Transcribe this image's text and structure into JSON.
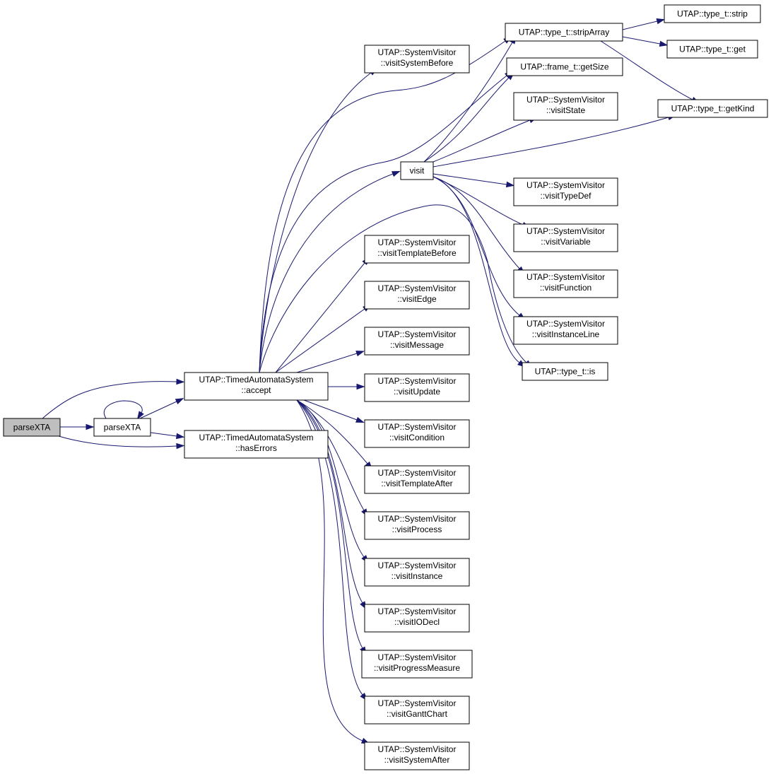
{
  "colors": {
    "edge": "#191970",
    "root_fill": "#bfbfbf",
    "node_fill": "#ffffff",
    "border": "#000000"
  },
  "nodes": {
    "parseXTA_root": [
      "parseXTA"
    ],
    "parseXTA_inner": [
      "parseXTA"
    ],
    "accept": [
      "UTAP::TimedAutomataSystem",
      "::accept"
    ],
    "hasErrors": [
      "UTAP::TimedAutomataSystem",
      "::hasErrors"
    ],
    "visit": [
      "visit"
    ],
    "visitSystemBefore": [
      "UTAP::SystemVisitor",
      "::visitSystemBefore"
    ],
    "visitTemplateBefore": [
      "UTAP::SystemVisitor",
      "::visitTemplateBefore"
    ],
    "visitEdge": [
      "UTAP::SystemVisitor",
      "::visitEdge"
    ],
    "visitMessage": [
      "UTAP::SystemVisitor",
      "::visitMessage"
    ],
    "visitUpdate": [
      "UTAP::SystemVisitor",
      "::visitUpdate"
    ],
    "visitCondition": [
      "UTAP::SystemVisitor",
      "::visitCondition"
    ],
    "visitTemplateAfter": [
      "UTAP::SystemVisitor",
      "::visitTemplateAfter"
    ],
    "visitProcess": [
      "UTAP::SystemVisitor",
      "::visitProcess"
    ],
    "visitInstance": [
      "UTAP::SystemVisitor",
      "::visitInstance"
    ],
    "visitIODecl": [
      "UTAP::SystemVisitor",
      "::visitIODecl"
    ],
    "visitProgressMeasure": [
      "UTAP::SystemVisitor",
      "::visitProgressMeasure"
    ],
    "visitGanttChart": [
      "UTAP::SystemVisitor",
      "::visitGanttChart"
    ],
    "visitSystemAfter": [
      "UTAP::SystemVisitor",
      "::visitSystemAfter"
    ],
    "stripArray": [
      "UTAP::type_t::stripArray"
    ],
    "getSize": [
      "UTAP::frame_t::getSize"
    ],
    "visitState": [
      "UTAP::SystemVisitor",
      "::visitState"
    ],
    "visitTypeDef": [
      "UTAP::SystemVisitor",
      "::visitTypeDef"
    ],
    "visitVariable": [
      "UTAP::SystemVisitor",
      "::visitVariable"
    ],
    "visitFunction": [
      "UTAP::SystemVisitor",
      "::visitFunction"
    ],
    "visitInstanceLine": [
      "UTAP::SystemVisitor",
      "::visitInstanceLine"
    ],
    "is": [
      "UTAP::type_t::is"
    ],
    "strip": [
      "UTAP::type_t::strip"
    ],
    "get": [
      "UTAP::type_t::get"
    ],
    "getKind": [
      "UTAP::type_t::getKind"
    ]
  }
}
